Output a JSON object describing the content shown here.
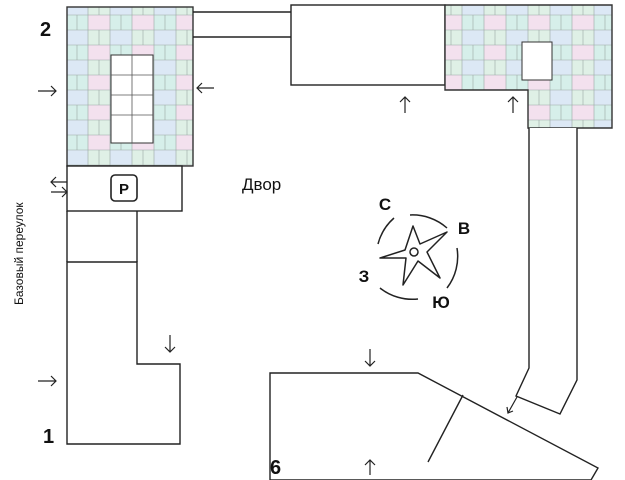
{
  "courtyard_label": "Двор",
  "street_label": "Базовый переулок",
  "parking_label": "P",
  "buildings": [
    {
      "id": "1",
      "label": "1"
    },
    {
      "id": "2",
      "label": "2"
    },
    {
      "id": "6",
      "label": "6"
    }
  ],
  "compass": {
    "north": "С",
    "east": "В",
    "south": "Ю",
    "west": "З"
  },
  "colors": {
    "outline": "#222222",
    "apartment_green": "#dff0e6",
    "apartment_blue": "#dce8f5",
    "apartment_pink": "#f3e1ee",
    "apartment_teal": "#d6efea"
  }
}
